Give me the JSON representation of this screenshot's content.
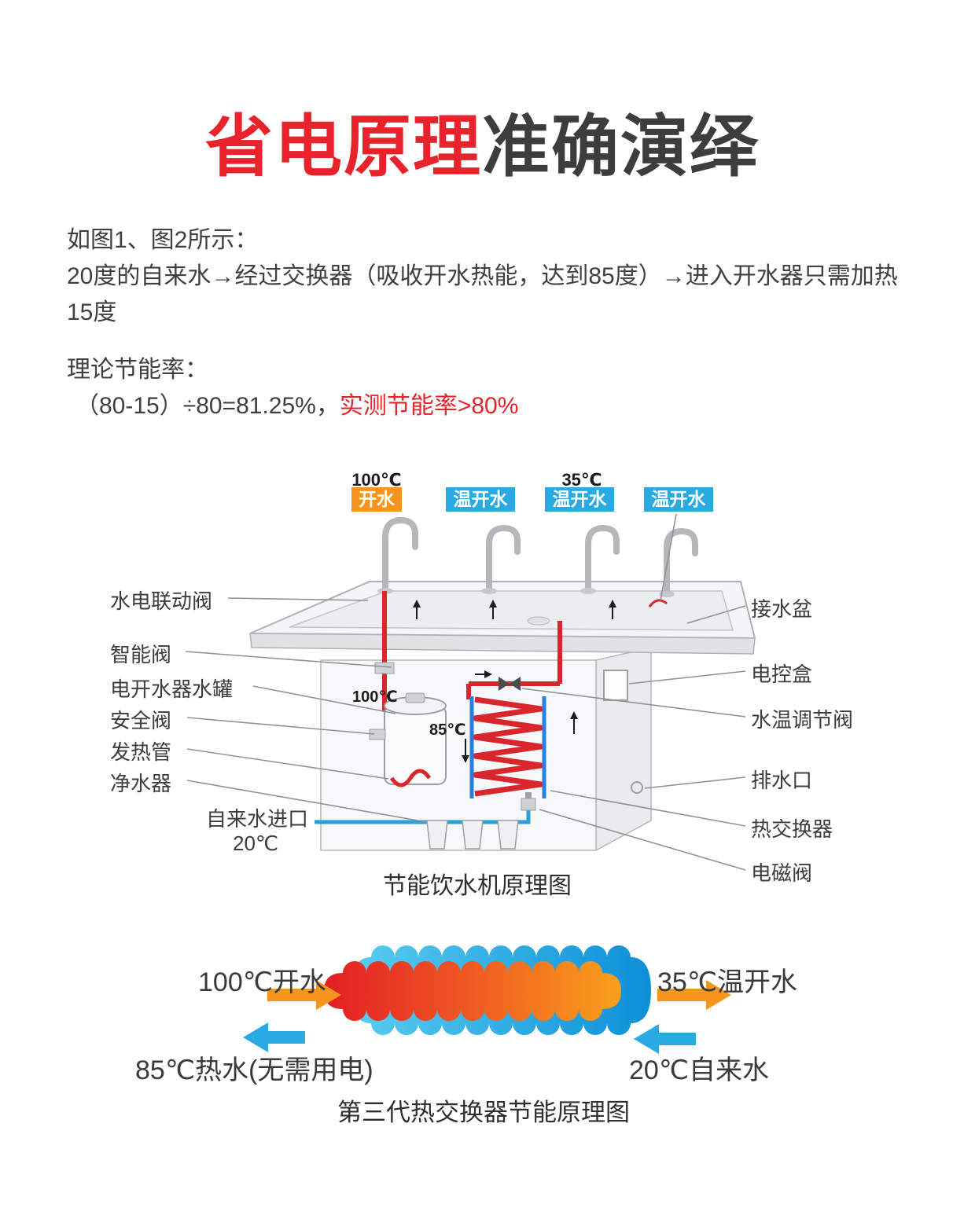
{
  "title": {
    "highlight": "省电原理",
    "rest": "准确演绎"
  },
  "intro": {
    "line1": "如图1、图2所示：",
    "line2": "20度的自来水→经过交换器（吸收开水热能，达到85度）→进入开水器只需加热15度"
  },
  "theory": {
    "heading": "理论节能率：",
    "formula": "（80-15）÷80=81.25%，",
    "highlight": "实测节能率>80%"
  },
  "machine": {
    "caption": "节能饮水机原理图",
    "taps": [
      {
        "temp": "100℃",
        "badge": "开水"
      },
      {
        "temp": "",
        "badge": "温开水"
      },
      {
        "temp": "35℃",
        "badge": "温开水"
      },
      {
        "temp": "",
        "badge": "温开水"
      }
    ],
    "inner_labels": {
      "boil_temp": "100℃",
      "preheat_temp": "85℃"
    },
    "left_labels": [
      "水电联动阀",
      "智能阀",
      "电开水器水罐",
      "安全阀",
      "发热管",
      "净水器"
    ],
    "inlet": {
      "label": "自来水进口",
      "temp": "20℃"
    },
    "right_labels": [
      "接水盆",
      "电控盒",
      "水温调节阀",
      "排水口",
      "热交换器",
      "电磁阀"
    ]
  },
  "exchanger": {
    "caption": "第三代热交换器节能原理图",
    "hot_in": "100℃开水",
    "warm_out": "35℃温开水",
    "hot_out": "85℃热水(无需用电)",
    "cold_in": "20℃自来水"
  },
  "colors": {
    "accent_red": "#e8232b",
    "badge_orange": "#f7941d",
    "badge_blue": "#29abe2",
    "pipe_hot": "#d9262c",
    "pipe_cold": "#2a9fd8"
  },
  "icons": {
    "flow_up": "up-arrow-icon",
    "flow_down": "down-arrow-icon",
    "flow_right": "right-arrow-icon",
    "flow_left": "left-arrow-icon"
  }
}
